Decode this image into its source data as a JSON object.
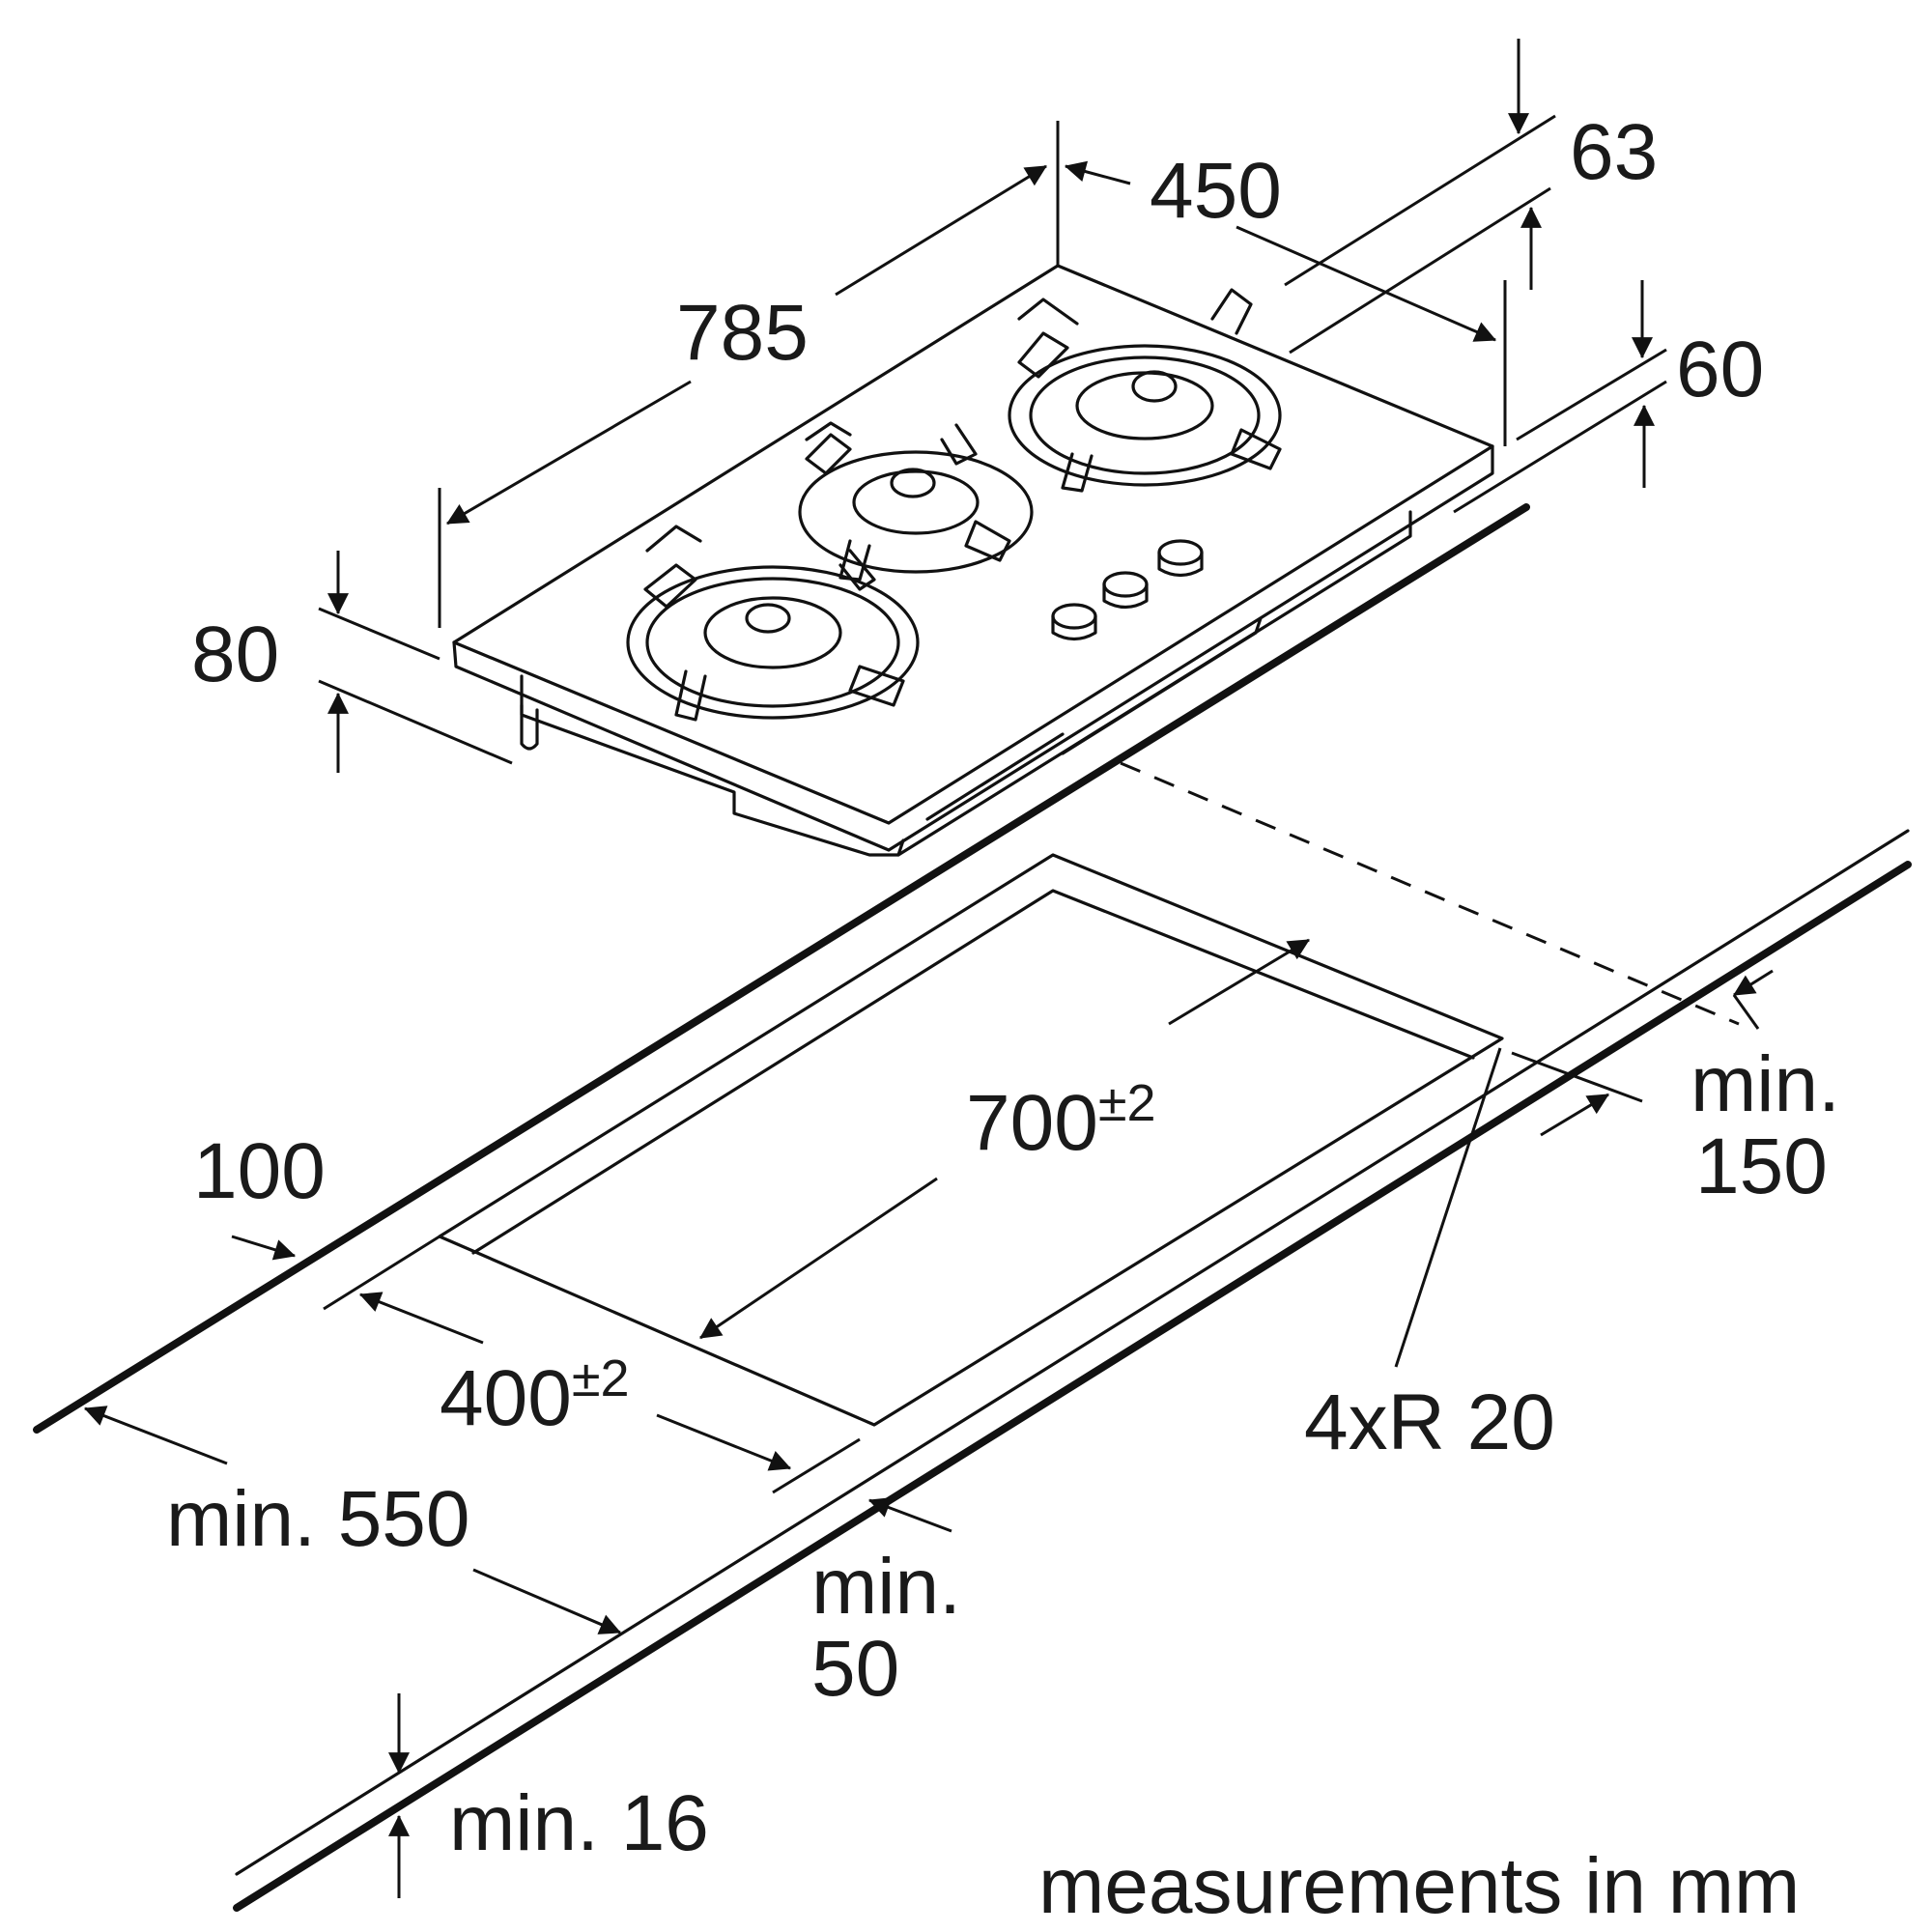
{
  "dimensions": {
    "width": "785",
    "depth": "450",
    "height_left": "80",
    "glass_thickness": "63",
    "depth_right": "60",
    "cutout_width": "700",
    "cutout_width_tol": "±2",
    "cutout_depth": "400",
    "cutout_depth_tol": "±2",
    "back_clearance": "100",
    "corner_radius": "4xR 20",
    "front_clearance_label": "min.",
    "front_clearance_value": "50",
    "side_clearance_label": "min.",
    "side_clearance_value": "150",
    "wall_distance": "min. 550",
    "worktop_thickness": "min. 16"
  },
  "footer": {
    "units_note": "measurements in mm"
  }
}
